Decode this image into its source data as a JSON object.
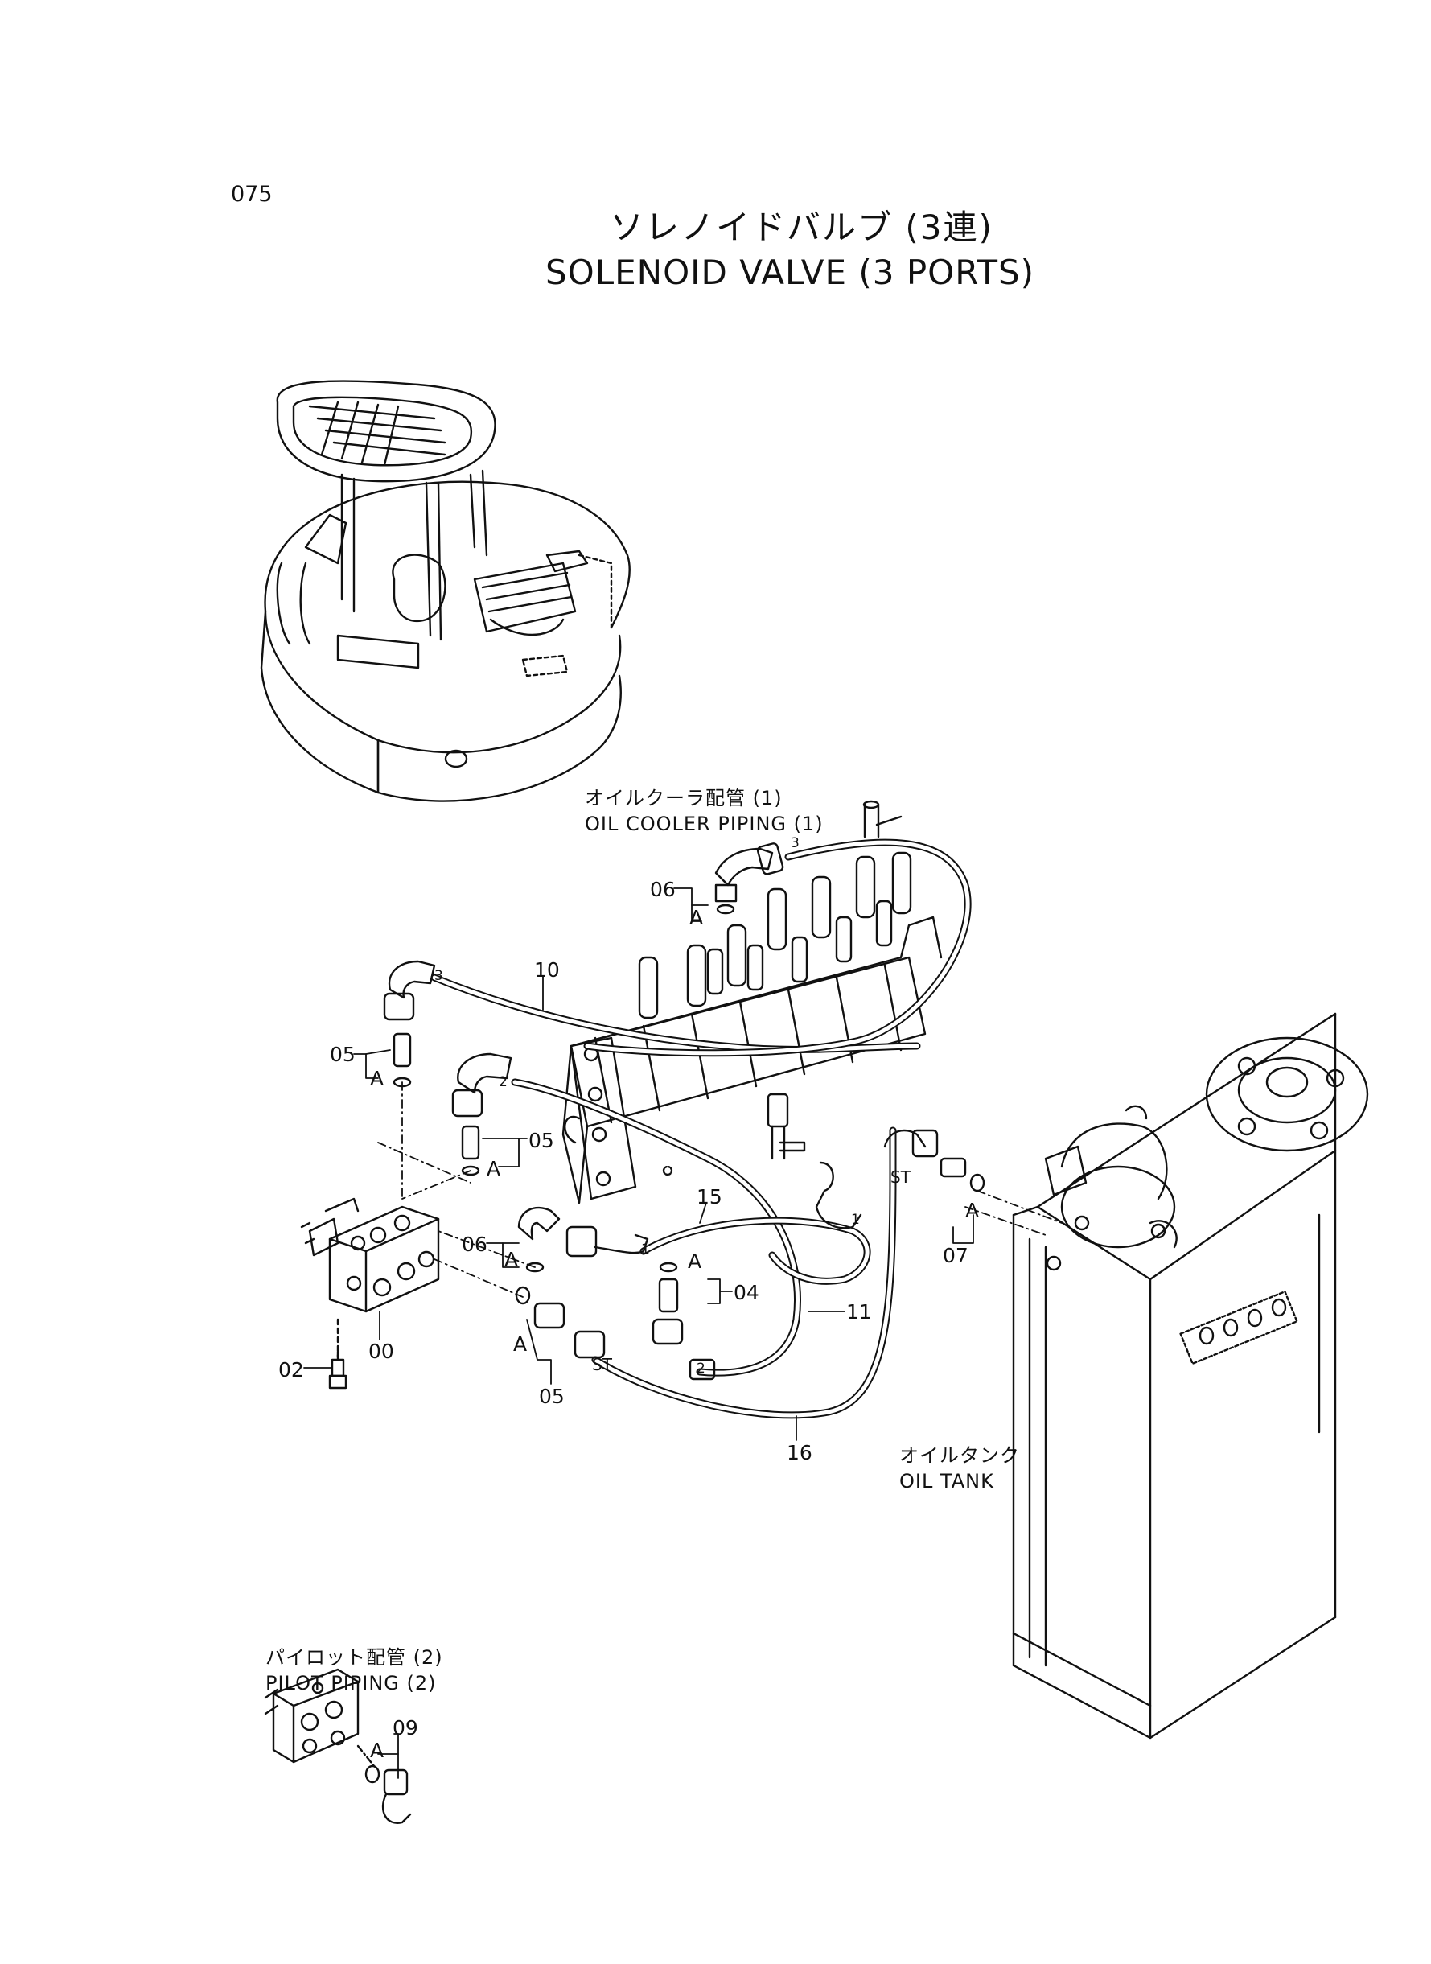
{
  "page_number": "075",
  "title_jp": "ソレノイドバルブ (3連)",
  "title_en": "SOLENOID VALVE (3 PORTS)",
  "labels": {
    "oil_cooler_jp": "オイルクーラ配管 (1)",
    "oil_cooler_en": "OIL COOLER PIPING (1)",
    "oil_tank_jp": "オイルタンク",
    "oil_tank_en": "OIL TANK",
    "pilot_jp": "パイロット配管 (2)",
    "pilot_en": "PILOT PIPING (2)"
  },
  "parts": {
    "p00": "00",
    "p02": "02",
    "p04": "04",
    "p05a": "05",
    "p05b": "05",
    "p05c": "05",
    "p06a": "06",
    "p06b": "06",
    "p07": "07",
    "p09": "09",
    "p10": "10",
    "p11": "11",
    "p15": "15",
    "p16": "16"
  },
  "markers": {
    "a": "A",
    "st": "ST",
    "one": "1",
    "two": "2",
    "three": "3"
  }
}
